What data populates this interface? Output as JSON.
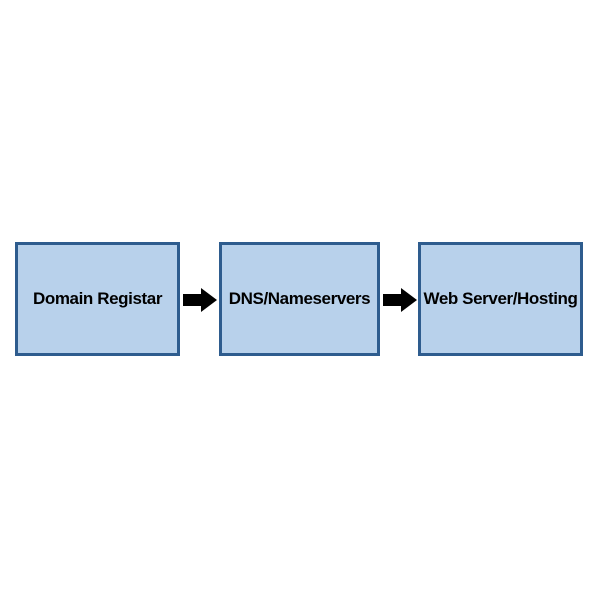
{
  "diagram": {
    "colors": {
      "box_fill": "#b8d1eb",
      "box_border": "#2e5c8e",
      "arrow": "#000000",
      "text": "#000000"
    },
    "nodes": [
      {
        "label": "Domain Registar"
      },
      {
        "label": "DNS/Nameservers"
      },
      {
        "label": "Web Server/Hosting"
      }
    ],
    "edges": [
      {
        "from": 0,
        "to": 1,
        "icon": "right-arrow-icon"
      },
      {
        "from": 1,
        "to": 2,
        "icon": "right-arrow-icon"
      }
    ]
  }
}
